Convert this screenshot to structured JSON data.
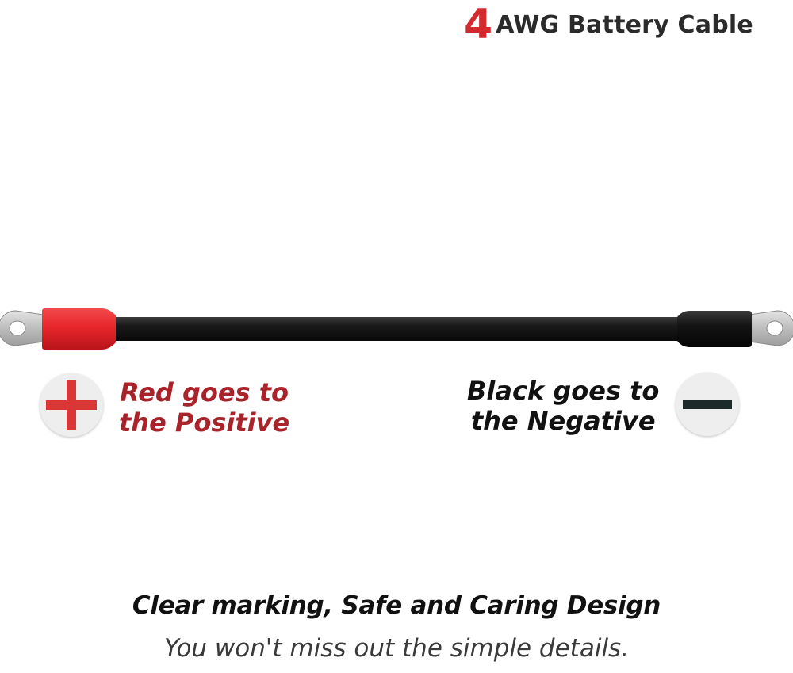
{
  "title": {
    "number": "4",
    "text": "AWG Battery Cable"
  },
  "positive": {
    "line1": "Red goes to",
    "line2": "the Positive",
    "icon": "plus-icon"
  },
  "negative": {
    "line1": "Black goes to",
    "line2": "the Negative",
    "icon": "minus-icon"
  },
  "tagline": "Clear marking, Safe and Caring Design",
  "subtagline": "You won't miss out the simple details.",
  "colors": {
    "red_accent": "#d42a2e",
    "red_text": "#a8242a",
    "red_boot": "#e8262b",
    "black_boot": "#111111",
    "cable": "#1a1a1a",
    "lug": "#c9c9c9"
  }
}
